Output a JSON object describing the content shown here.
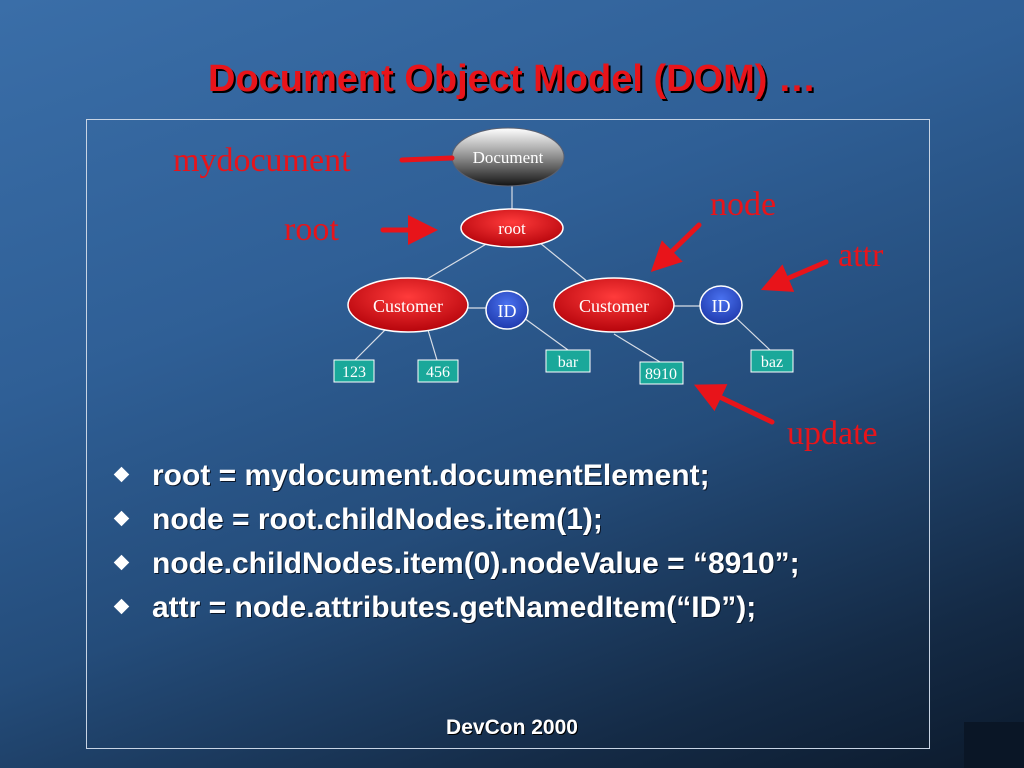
{
  "slide": {
    "title": "Document Object Model (DOM) …",
    "footer": "DevCon 2000"
  },
  "diagram": {
    "nodes": {
      "document": "Document",
      "root": "root",
      "customer1": "Customer",
      "customer2": "Customer",
      "id1": "ID",
      "id2": "ID",
      "leaf_123": "123",
      "leaf_456": "456",
      "leaf_bar": "bar",
      "leaf_8910": "8910",
      "leaf_baz": "baz"
    },
    "callouts": {
      "mydocument": "mydocument",
      "root": "root",
      "node": "node",
      "attr": "attr",
      "update": "update"
    },
    "colors": {
      "element_fill": "#e8141a",
      "attribute_fill": "#2a4fd0",
      "text_node_fill": "#1aa89a",
      "callout": "#e8141a"
    }
  },
  "bullets": [
    "root = mydocument.documentElement;",
    "node = root.childNodes.item(1);",
    "node.childNodes.item(0).nodeValue = “8910”;",
    "attr = node.attributes.getNamedItem(“ID”);"
  ]
}
